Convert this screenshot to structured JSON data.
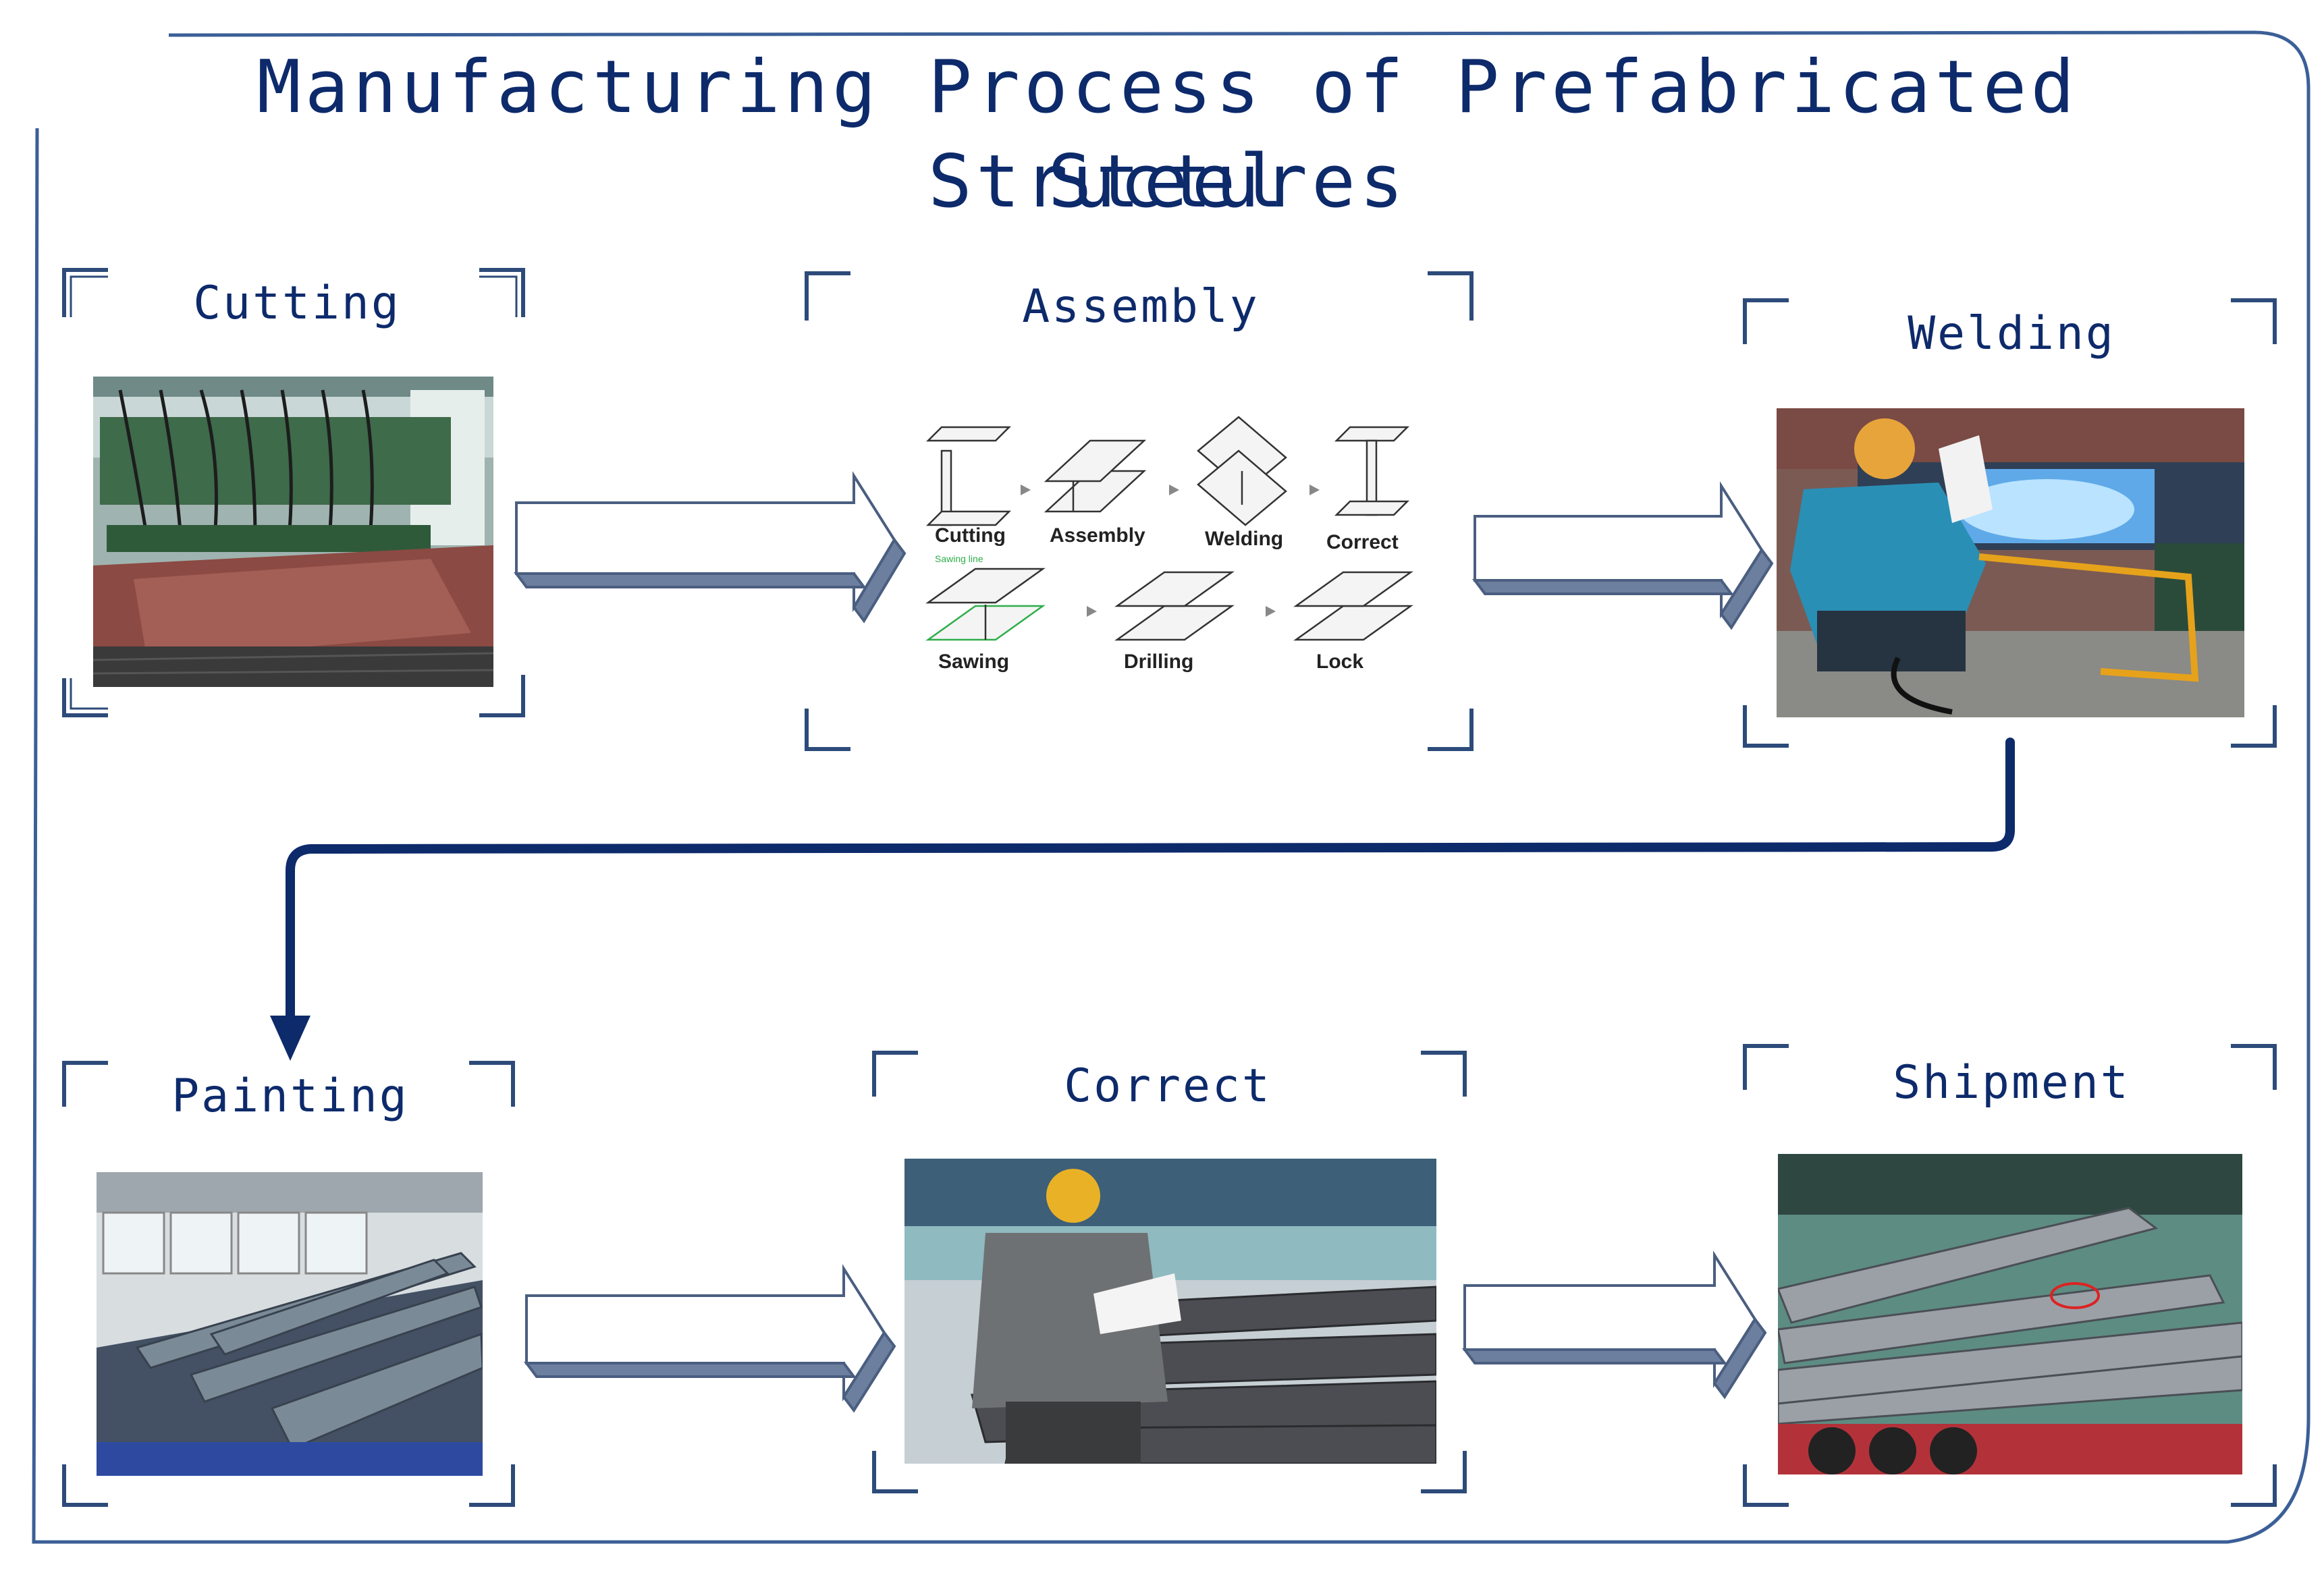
{
  "title_line1": "Manufacturing Process of Prefabricated Steel",
  "title_line2": "Structures",
  "steps": [
    {
      "label": "Cutting"
    },
    {
      "label": "Assembly"
    },
    {
      "label": "Welding"
    },
    {
      "label": "Painting"
    },
    {
      "label": "Correct"
    },
    {
      "label": "Shipment"
    }
  ],
  "assembly_diagram": {
    "labels": [
      "Cutting",
      "Assembly",
      "Welding",
      "Correct",
      "Sawing",
      "Drilling",
      "Lock"
    ],
    "annotation": "Sawing line"
  },
  "colors": {
    "title": "#0d2a6b",
    "frame": "#3b5f97",
    "flow_connector": "#0d2a6b",
    "arrow_shadow": "#5b6f8f"
  }
}
